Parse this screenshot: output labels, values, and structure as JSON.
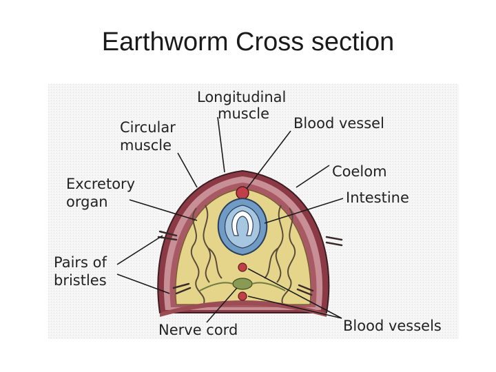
{
  "slide": {
    "title": "Earthworm Cross section"
  },
  "diagram": {
    "labels": {
      "longitudinal_muscle_1": "Longitudinal",
      "longitudinal_muscle_2": "muscle",
      "circular_muscle_1": "Circular",
      "circular_muscle_2": "muscle",
      "blood_vessel": "Blood vessel",
      "excretory_organ_1": "Excretory",
      "excretory_organ_2": "organ",
      "coelom": "Coelom",
      "intestine": "Intestine",
      "bristles_1": "Pairs of",
      "bristles_2": "bristles",
      "nerve_cord": "Nerve cord",
      "blood_vessels": "Blood vessels"
    },
    "colors": {
      "outer_wall": "#9a4a52",
      "muscle_band": "#c89098",
      "coelom": "#e2d48a",
      "intestine_outer": "#6f9bc4",
      "intestine_inner": "#a7c7e0",
      "blood_vessel": "#c0404a",
      "nerve_cord": "#8a9a55"
    }
  }
}
